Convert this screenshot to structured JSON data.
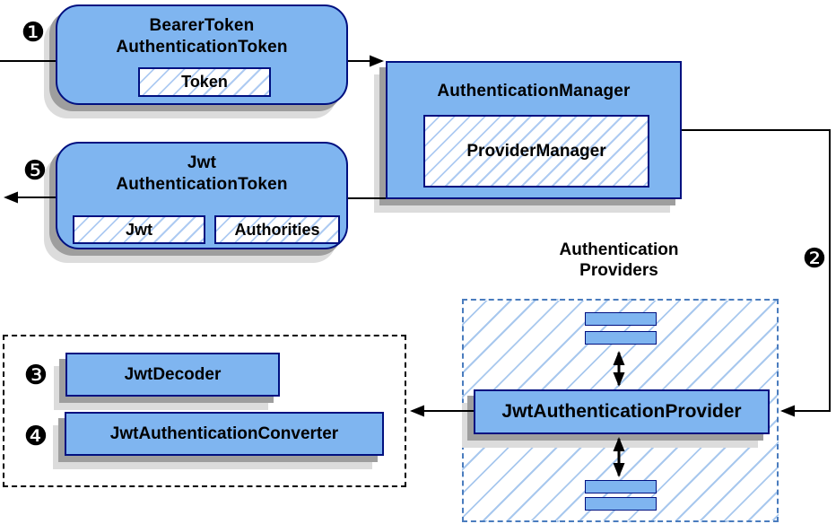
{
  "colors": {
    "node_fill": "#7FB5F0",
    "node_border": "#001080",
    "hatch_line": "#AECBF2",
    "providers_group_border": "#4A7CBE",
    "decoder_group_border": "#000000",
    "shadow": "#9E9E9E",
    "connector": "#000000"
  },
  "steps": {
    "s1": "❶",
    "s2": "❷",
    "s3": "❸",
    "s4": "❹",
    "s5": "❺"
  },
  "nodes": {
    "bearer_token": {
      "title": "BearerToken\nAuthenticationToken",
      "field_token": "Token"
    },
    "auth_manager": {
      "title": "AuthenticationManager",
      "impl": "ProviderManager"
    },
    "jwt_auth_token": {
      "title": "Jwt\nAuthenticationToken",
      "field_jwt": "Jwt",
      "field_authorities": "Authorities"
    },
    "providers_group": {
      "title": "Authentication\nProviders"
    },
    "jwt_provider": {
      "title": "JwtAuthenticationProvider"
    },
    "jwt_decoder": {
      "title": "JwtDecoder"
    },
    "jwt_converter": {
      "title": "JwtAuthenticationConverter"
    }
  }
}
